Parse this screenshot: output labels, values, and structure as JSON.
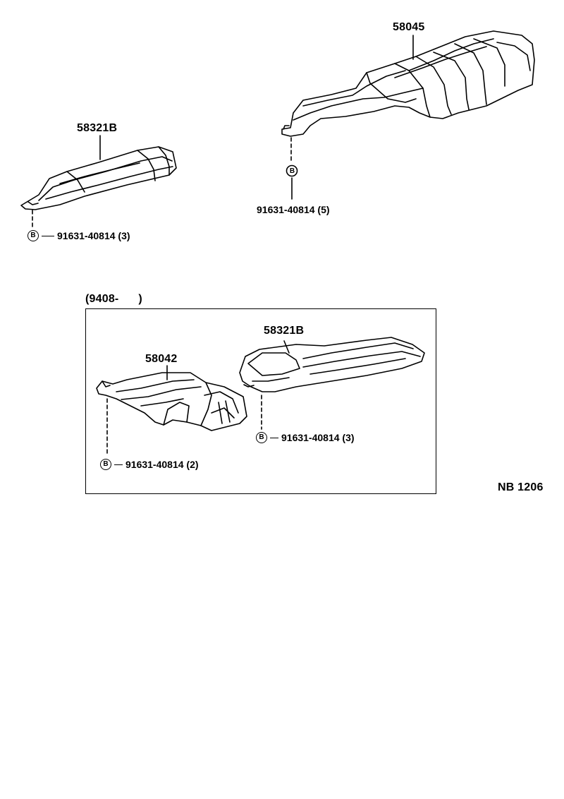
{
  "diagram": {
    "parts": {
      "cover_58045": "58045",
      "cover_58321b_top": "58321B",
      "cover_58321b_inset": "58321B",
      "cover_58042": "58042"
    },
    "fasteners": {
      "badge_letter": "B",
      "bolt_top_right": "91631-40814 (5)",
      "bolt_top_left": "91631-40814 (3)",
      "bolt_inset_left": "91631-40814 (2)",
      "bolt_inset_right": "91631-40814 (3)"
    },
    "inset_label": "(9408-      )",
    "figure_code": "NB 1206"
  }
}
